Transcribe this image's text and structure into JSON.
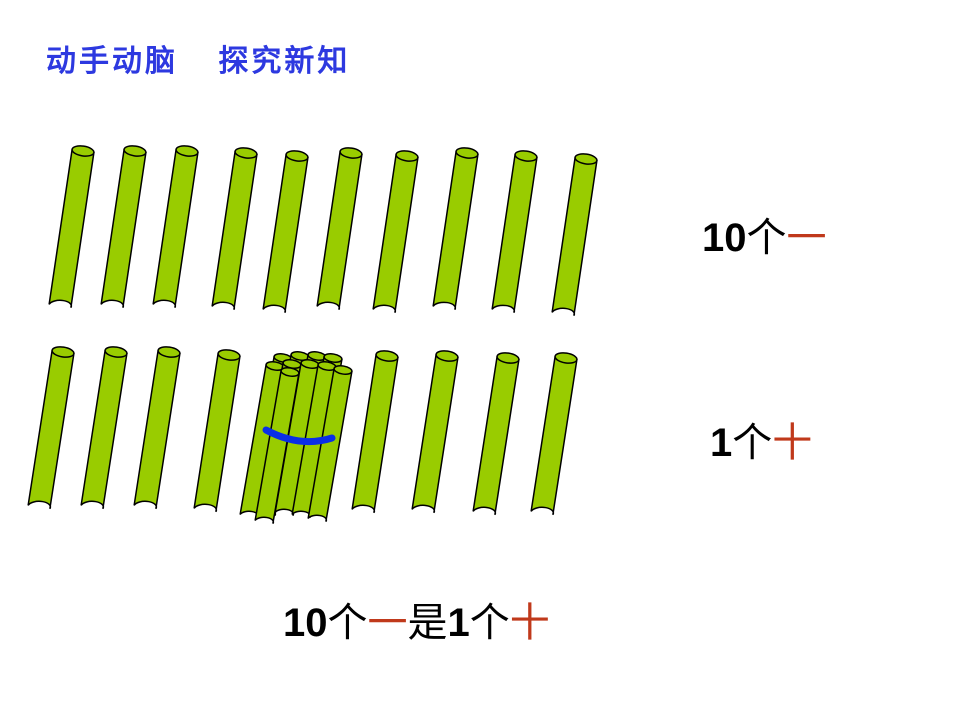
{
  "title": "动手动脑   探究新知",
  "colors": {
    "title": "#2d39e0",
    "stick_fill": "#99cc00",
    "stick_outline": "#000000",
    "band": "#0a2ee6",
    "highlight": "#c0391b"
  },
  "labels": {
    "ten_ones": {
      "number": "10",
      "measure": "个",
      "unit": "一"
    },
    "one_ten": {
      "number": "1",
      "measure": "个",
      "unit": "十"
    },
    "summary": {
      "number1": "10",
      "measure1": "个",
      "unit1": "一",
      "verb": "是",
      "number2": "1",
      "measure2": "个",
      "unit2": "十"
    }
  }
}
